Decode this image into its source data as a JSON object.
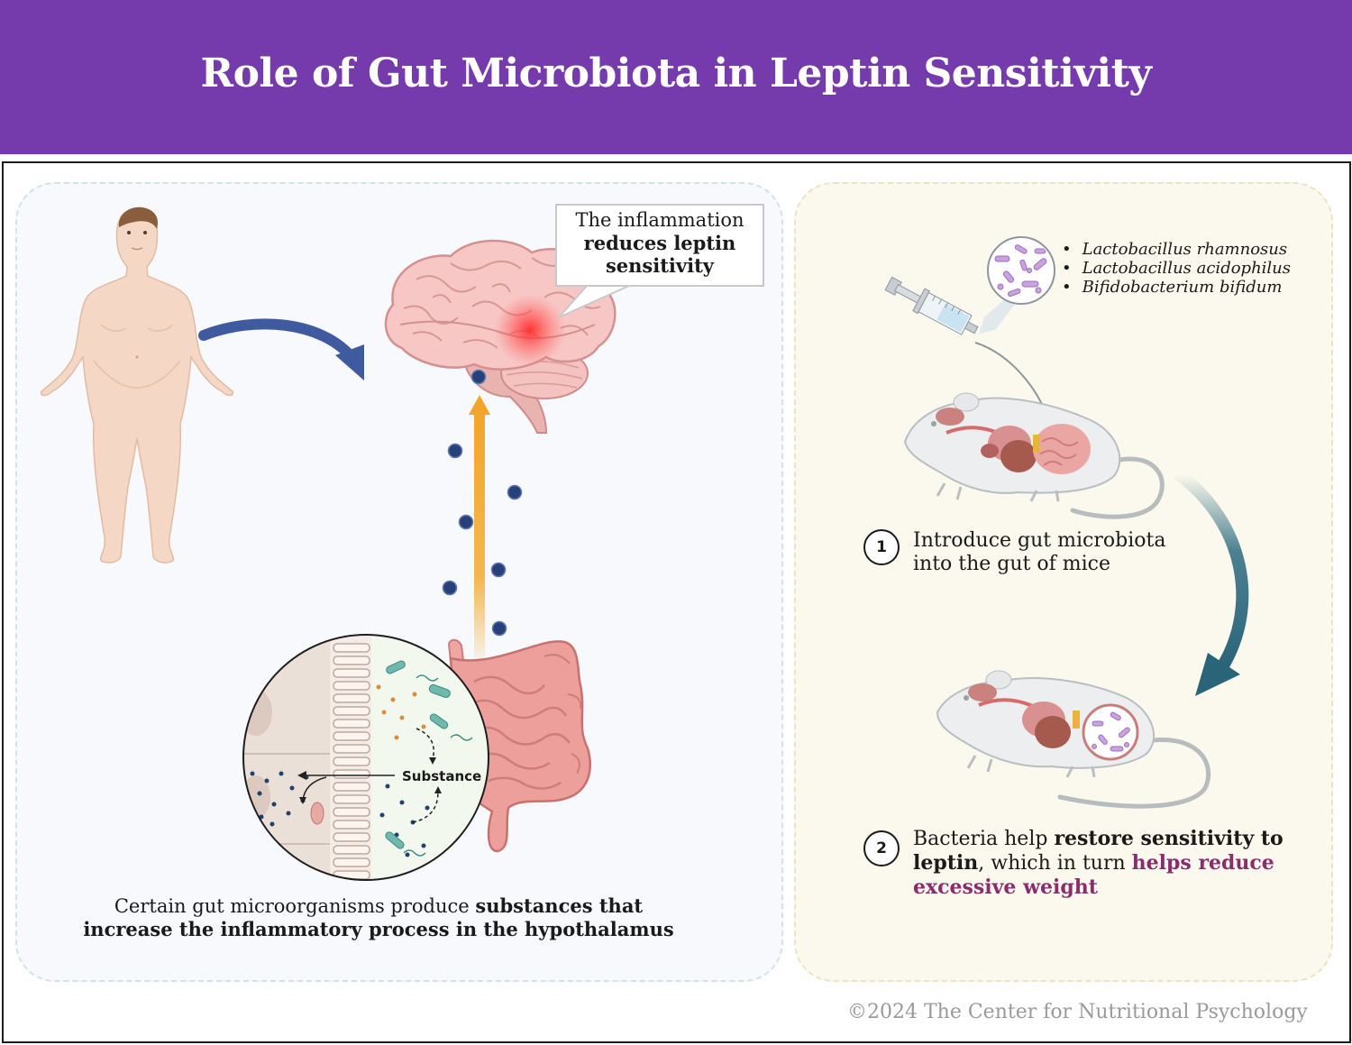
{
  "header": {
    "title": "Role of Gut Microbiota in Leptin Sensitivity"
  },
  "callout": {
    "line1": "The inflammation",
    "line2": "reduces leptin",
    "line3": "sensitivity"
  },
  "gut_zoom": {
    "label": "Substance"
  },
  "left_caption": {
    "part1": "Certain gut microorganisms produce ",
    "part2": "substances that",
    "part3": "increase the inflammatory process in the hypothalamus"
  },
  "species": [
    "Lactobacillus rhamnosus",
    "Lactobacillus acidophilus",
    "Bifidobacterium bifidum"
  ],
  "steps": [
    {
      "number": "1",
      "line1": "Introduce gut microbiota",
      "line2": "into the gut of mice"
    },
    {
      "number": "2",
      "part1": "Bacteria help ",
      "part2": "restore sensitivity to",
      "part3": "leptin",
      "part4": ", which in turn ",
      "part5": "helps reduce",
      "part6": "excessive weight"
    }
  ],
  "footer": {
    "copyright": "©2024 The Center for Nutritional Psychology"
  },
  "colors": {
    "header": "#753aab",
    "arrow_blue": "#3f5a9e",
    "arrow_teal": "#2d6b80",
    "emphasis": "#8a2d6d",
    "uparrow": "#f3b03c",
    "molecule": "#27407a"
  }
}
